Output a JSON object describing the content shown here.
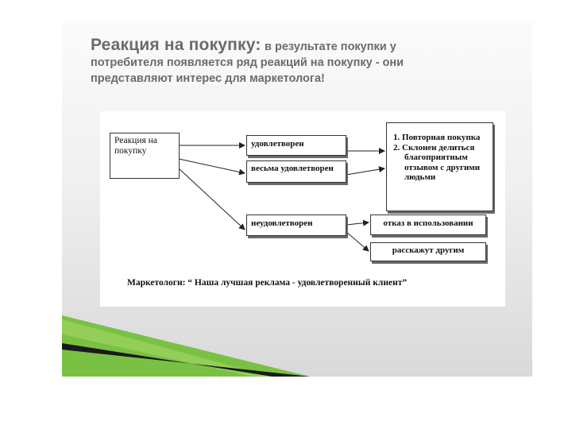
{
  "title": {
    "main": "Реакция на покупку:",
    "rest_line1": "в результате покупки у",
    "line2": "потребителя появляется ряд реакций на покупку - они",
    "line3": "представляют интерес для маркетолога!"
  },
  "diagram": {
    "source_box": "Реакция на покупку",
    "satisfied": "удовлетворен",
    "very_satisfied": "весьма удовлетворен",
    "unsatisfied": "неудовлетворен",
    "results": {
      "item1": "1. Повторная покупка",
      "item2": "2. Склонен делиться",
      "item2_cont1": "благоприятным",
      "item2_cont2": "отзывом с другими",
      "item2_cont3": "людьми"
    },
    "refuse": "отказ в использовании",
    "tell_others": "расскажут другим",
    "footer": "Маркетологи: “ Наша лучшая реклама - удовлетворенный клиент”"
  },
  "colors": {
    "accent_green": "#7ac143",
    "dark_stripe": "#1a1a1a"
  }
}
